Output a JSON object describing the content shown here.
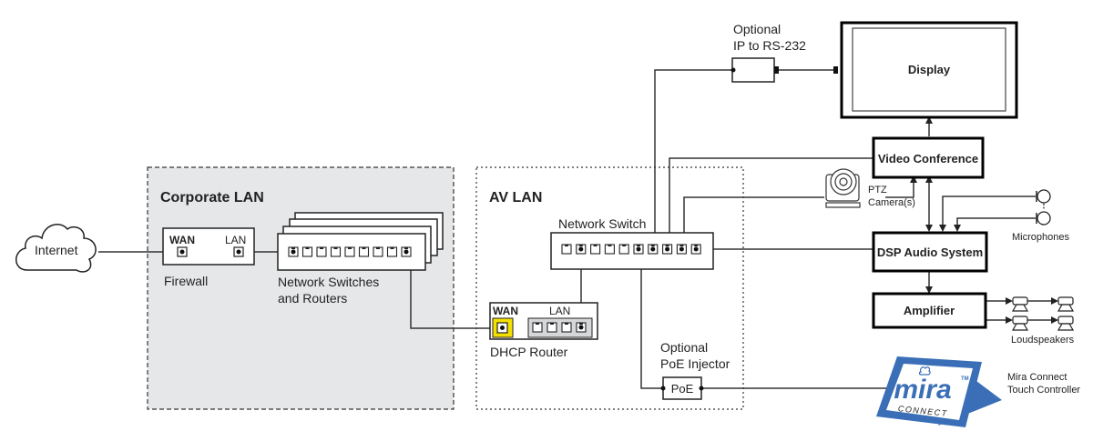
{
  "diagram": {
    "zones": {
      "corporate_lan": "Corporate LAN",
      "av_lan": "AV LAN"
    },
    "nodes": {
      "internet": "Internet",
      "firewall": {
        "label": "Firewall",
        "wan": "WAN",
        "lan": "LAN"
      },
      "network_switches": {
        "line1": "Network Switches",
        "line2": "and Routers"
      },
      "dhcp_router": {
        "label": "DHCP Router",
        "wan": "WAN",
        "lan": "LAN"
      },
      "network_switch": "Network Switch",
      "ip_rs232": {
        "line1": "Optional",
        "line2": "IP to RS-232"
      },
      "poe_injector": {
        "line1": "Optional",
        "line2": "PoE Injector",
        "box": "PoE"
      },
      "display": "Display",
      "video_conference": "Video Conference",
      "ptz_camera": {
        "line1": "PTZ",
        "line2": "Camera(s)"
      },
      "dsp_audio": "DSP Audio System",
      "microphones": "Microphones",
      "amplifier": "Amplifier",
      "loudspeakers": "Loudspeakers",
      "mira": {
        "logo": "mira",
        "tm": "TM",
        "sub": "CONNECT",
        "line1": "Mira Connect",
        "line2": "Touch Controller"
      }
    },
    "colors": {
      "corporate_fill": "#e6e7e9",
      "wan_highlight": "#f5e100",
      "mira_blue": "#3a6fb7"
    }
  }
}
